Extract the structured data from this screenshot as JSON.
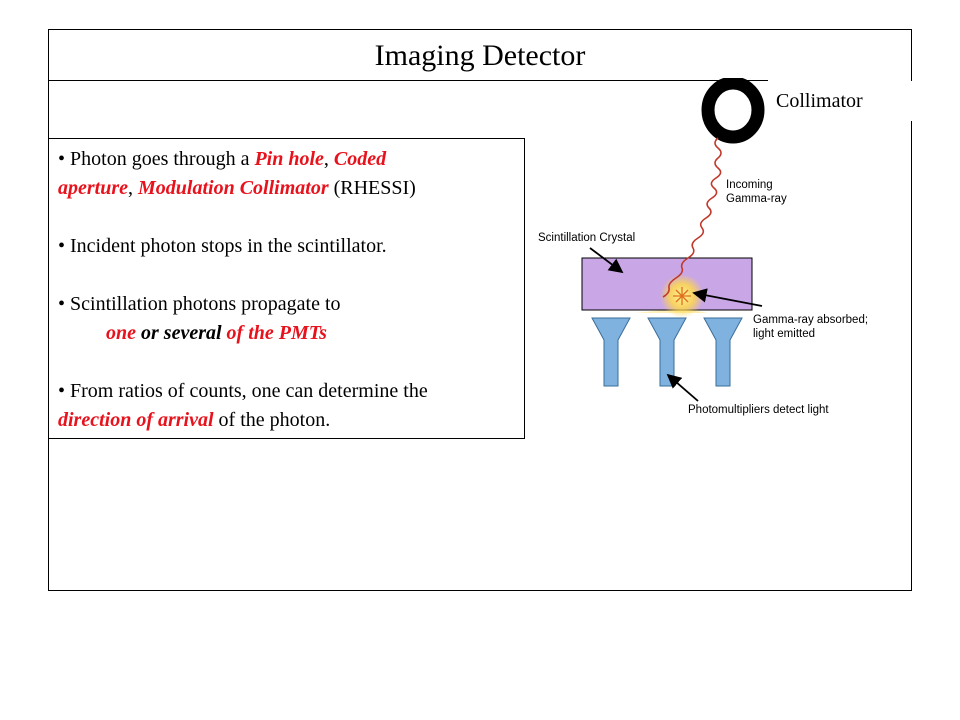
{
  "slide": {
    "title": "Imaging Detector",
    "collimator_label": "Collimator"
  },
  "bullets": {
    "b1": {
      "dot": "•",
      "pre": " Photon goes through a ",
      "pin_hole": "Pin hole",
      "comma1": ", ",
      "coded": "Coded",
      "aperture": "aperture",
      "comma2": ", ",
      "modulation": "Modulation Collimator",
      "post": " (RHESSI)"
    },
    "b2": {
      "dot": "•",
      "text": " Incident photon stops in the scintillator."
    },
    "b3": {
      "dot": "•",
      "text": " Scintillation photons propagate to",
      "one": "one",
      "or_several": " or several ",
      "of_pmts": "of the PMTs"
    },
    "b4": {
      "dot": "•",
      "text": " From ratios of counts, one can determine the",
      "direction": "direction of arrival",
      "post": " of the photon."
    }
  },
  "diagram": {
    "incoming_line1": "Incoming",
    "incoming_line2": "Gamma-ray",
    "crystal_label": "Scintillation Crystal",
    "absorbed_line1": "Gamma-ray absorbed;",
    "absorbed_line2": "light emitted",
    "pmt_label": "Photomultipliers detect light",
    "colors": {
      "crystal": "#c9a6e6",
      "pmt": "#7fb2de",
      "wave": "#c0392b",
      "highlight": "#e8121c"
    }
  }
}
